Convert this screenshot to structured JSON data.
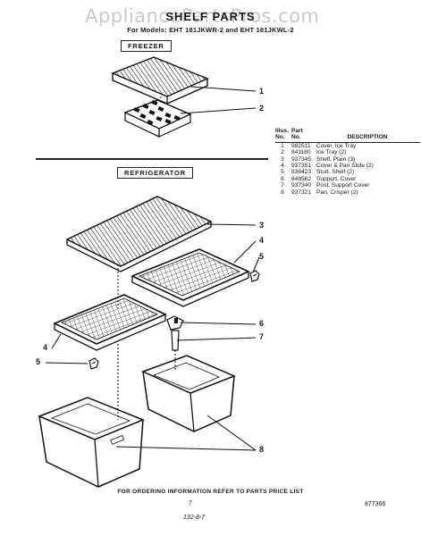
{
  "watermark": "AppliancePartsPros.com",
  "page_title": "SHELF PARTS",
  "models_line": "For Models: EHT 181JKWR-2 and EHT 181JKWL-2",
  "sections": {
    "freezer": "FREEZER",
    "refrigerator": "REFRIGERATOR"
  },
  "table": {
    "headers": {
      "illus_line1": "Illus.",
      "illus_line2": "No.",
      "part_line1": "Part",
      "part_line2": "No.",
      "description": "DESCRIPTION"
    },
    "rows": [
      {
        "illus": "1",
        "part": "982511",
        "description": "Cover, Ice Tray"
      },
      {
        "illus": "2",
        "part": "841180",
        "description": "Ice Tray (2)"
      },
      {
        "illus": "3",
        "part": "937345",
        "description": "Shelf, Plain (3)"
      },
      {
        "illus": "4",
        "part": "937351",
        "description": "Cover & Pan Slide (2)"
      },
      {
        "illus": "5",
        "part": "836423",
        "description": "Stud, Shelf (2)"
      },
      {
        "illus": "6",
        "part": "848562",
        "description": "Support, Cover"
      },
      {
        "illus": "7",
        "part": "937340",
        "description": "Post, Support Cover"
      },
      {
        "illus": "8",
        "part": "937321",
        "description": "Pan, Crisper (2)"
      }
    ]
  },
  "callouts": {
    "c1": "1",
    "c2": "2",
    "c3": "3",
    "c4a": "4",
    "c4b": "4",
    "c5a": "5",
    "c5b": "5",
    "c6": "6",
    "c7": "7",
    "c8": "8"
  },
  "footer": {
    "ordering_note": "FOR ORDERING INFORMATION REFER TO PARTS PRICE LIST",
    "page_number": "7",
    "doc_number": "877366",
    "handwritten": "132-8-7"
  }
}
